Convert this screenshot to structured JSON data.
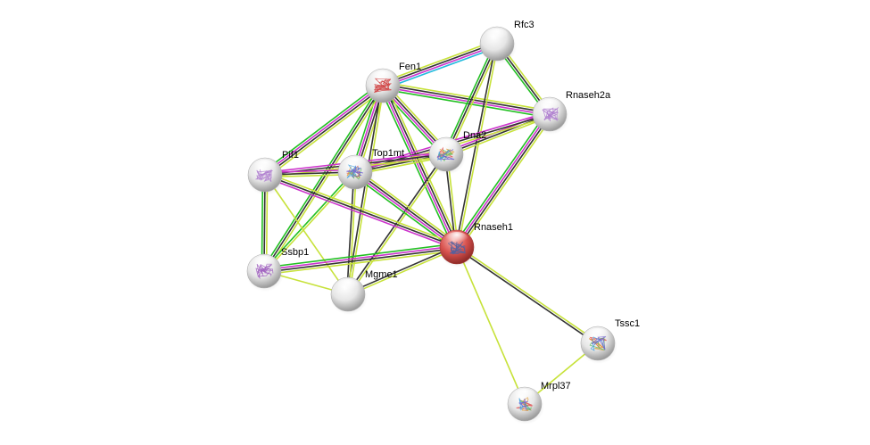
{
  "view": "protein-interaction-network",
  "edge_colors": {
    "textmining": "#c7e23a",
    "coexpression": "#333333",
    "experiments": "#cc33cc",
    "database": "#22bbdd",
    "neighborhood": "#22c022",
    "homology": "#3333ee"
  },
  "query_node_color": "#d9534f",
  "nodes": [
    {
      "id": "Rfc3",
      "label": "Rfc3",
      "query": false,
      "structure": "none",
      "structure_color": "#cccccc"
    },
    {
      "id": "Fen1",
      "label": "Fen1",
      "query": false,
      "structure": "protein",
      "structure_color": "#d04040"
    },
    {
      "id": "Rnaseh2a",
      "label": "Rnaseh2a",
      "query": false,
      "structure": "protein",
      "structure_color": "#b080d0"
    },
    {
      "id": "Dna2",
      "label": "Dna2",
      "query": false,
      "structure": "protein-rainbow",
      "structure_color": "#60c060"
    },
    {
      "id": "Top1mt",
      "label": "Top1mt",
      "query": false,
      "structure": "protein-rainbow",
      "structure_color": "#40a0e0"
    },
    {
      "id": "Pif1",
      "label": "Pif1",
      "query": false,
      "structure": "protein",
      "structure_color": "#b080d0"
    },
    {
      "id": "Rnaseh1",
      "label": "Rnaseh1",
      "query": true,
      "structure": "protein",
      "structure_color": "#5060a0"
    },
    {
      "id": "Ssbp1",
      "label": "Ssbp1",
      "query": false,
      "structure": "protein",
      "structure_color": "#a060c0"
    },
    {
      "id": "Mgme1",
      "label": "Mgme1",
      "query": false,
      "structure": "none",
      "structure_color": "#cccccc"
    },
    {
      "id": "Tssc1",
      "label": "Tssc1",
      "query": false,
      "structure": "protein-rainbow",
      "structure_color": "#50b060"
    },
    {
      "id": "Mrpl37",
      "label": "Mrpl37",
      "query": false,
      "structure": "protein-rainbow",
      "structure_color": "#50b060"
    }
  ],
  "edges": [
    {
      "source": "Fen1",
      "target": "Rfc3",
      "types": [
        "textmining",
        "coexpression",
        "experiments",
        "database"
      ]
    },
    {
      "source": "Fen1",
      "target": "Rnaseh2a",
      "types": [
        "textmining",
        "coexpression",
        "experiments",
        "neighborhood"
      ]
    },
    {
      "source": "Fen1",
      "target": "Dna2",
      "types": [
        "textmining",
        "coexpression",
        "experiments",
        "neighborhood"
      ]
    },
    {
      "source": "Fen1",
      "target": "Top1mt",
      "types": [
        "textmining",
        "coexpression",
        "experiments",
        "neighborhood"
      ]
    },
    {
      "source": "Fen1",
      "target": "Pif1",
      "types": [
        "textmining",
        "coexpression",
        "experiments",
        "neighborhood"
      ]
    },
    {
      "source": "Fen1",
      "target": "Rnaseh1",
      "types": [
        "textmining",
        "coexpression",
        "experiments",
        "neighborhood"
      ]
    },
    {
      "source": "Fen1",
      "target": "Ssbp1",
      "types": [
        "textmining",
        "coexpression",
        "neighborhood"
      ]
    },
    {
      "source": "Fen1",
      "target": "Mgme1",
      "types": [
        "textmining",
        "coexpression"
      ]
    },
    {
      "source": "Rfc3",
      "target": "Rnaseh2a",
      "types": [
        "textmining",
        "coexpression",
        "neighborhood"
      ]
    },
    {
      "source": "Rfc3",
      "target": "Dna2",
      "types": [
        "textmining",
        "coexpression",
        "neighborhood"
      ]
    },
    {
      "source": "Rfc3",
      "target": "Rnaseh1",
      "types": [
        "textmining",
        "coexpression"
      ]
    },
    {
      "source": "Rnaseh2a",
      "target": "Dna2",
      "types": [
        "textmining",
        "coexpression",
        "experiments"
      ]
    },
    {
      "source": "Rnaseh2a",
      "target": "Top1mt",
      "types": [
        "textmining",
        "coexpression",
        "experiments"
      ]
    },
    {
      "source": "Rnaseh2a",
      "target": "Rnaseh1",
      "types": [
        "textmining",
        "coexpression",
        "experiments",
        "neighborhood"
      ]
    },
    {
      "source": "Dna2",
      "target": "Top1mt",
      "types": [
        "textmining",
        "coexpression",
        "experiments"
      ]
    },
    {
      "source": "Dna2",
      "target": "Pif1",
      "types": [
        "textmining",
        "coexpression",
        "experiments"
      ]
    },
    {
      "source": "Dna2",
      "target": "Rnaseh1",
      "types": [
        "textmining",
        "coexpression"
      ]
    },
    {
      "source": "Dna2",
      "target": "Mgme1",
      "types": [
        "textmining",
        "coexpression"
      ]
    },
    {
      "source": "Top1mt",
      "target": "Pif1",
      "types": [
        "textmining",
        "coexpression",
        "experiments"
      ]
    },
    {
      "source": "Top1mt",
      "target": "Rnaseh1",
      "types": [
        "textmining",
        "coexpression",
        "experiments",
        "neighborhood"
      ]
    },
    {
      "source": "Top1mt",
      "target": "Ssbp1",
      "types": [
        "textmining",
        "neighborhood"
      ]
    },
    {
      "source": "Top1mt",
      "target": "Mgme1",
      "types": [
        "textmining",
        "coexpression"
      ]
    },
    {
      "source": "Pif1",
      "target": "Rnaseh1",
      "types": [
        "textmining",
        "coexpression",
        "experiments"
      ]
    },
    {
      "source": "Pif1",
      "target": "Ssbp1",
      "types": [
        "textmining",
        "coexpression",
        "neighborhood"
      ]
    },
    {
      "source": "Pif1",
      "target": "Mgme1",
      "types": [
        "textmining"
      ]
    },
    {
      "source": "Rnaseh1",
      "target": "Ssbp1",
      "types": [
        "textmining",
        "coexpression",
        "experiments",
        "neighborhood"
      ]
    },
    {
      "source": "Rnaseh1",
      "target": "Mgme1",
      "types": [
        "textmining",
        "coexpression"
      ]
    },
    {
      "source": "Rnaseh1",
      "target": "Tssc1",
      "types": [
        "textmining",
        "coexpression"
      ]
    },
    {
      "source": "Rnaseh1",
      "target": "Mrpl37",
      "types": [
        "textmining"
      ]
    },
    {
      "source": "Ssbp1",
      "target": "Mgme1",
      "types": [
        "textmining"
      ]
    },
    {
      "source": "Tssc1",
      "target": "Mrpl37",
      "types": [
        "textmining"
      ]
    }
  ]
}
